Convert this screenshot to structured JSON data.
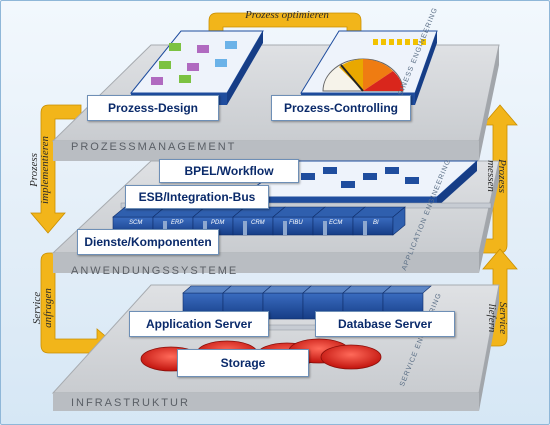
{
  "cycle": {
    "top": "Prozess optimieren",
    "left": [
      "Prozess",
      "implementieren"
    ],
    "right": [
      "Prozess",
      "messen"
    ],
    "bottom_left": [
      "Service",
      "anfragen"
    ],
    "bottom_right": [
      "Service",
      "liefern"
    ]
  },
  "layers": [
    {
      "name": "PROZESSMANAGEMENT",
      "side": "BUSINESS ENGINEERING"
    },
    {
      "name": "ANWENDUNGSSYSTEME",
      "side": "APPLICATION ENGINEERING"
    },
    {
      "name": "INFRASTRUKTUR",
      "side": "SERVICE ENGINEERING"
    }
  ],
  "boxes": {
    "prozess_design": "Prozess-Design",
    "prozess_controlling": "Prozess-Controlling",
    "bpel": "BPEL/Workflow",
    "esb": "ESB/Integration-Bus",
    "dienste": "Dienste/Komponenten",
    "app_server": "Application Server",
    "db_server": "Database Server",
    "storage": "Storage"
  },
  "modules": [
    "SCM",
    "ERP",
    "PDM",
    "CRM",
    "FIBU",
    "ECM",
    "BI"
  ],
  "colors": {
    "arrow": "#f2b51a",
    "plate": "#cfd2d6",
    "box_blue": "#1f4d9e",
    "storage_red": "#e0221c"
  }
}
